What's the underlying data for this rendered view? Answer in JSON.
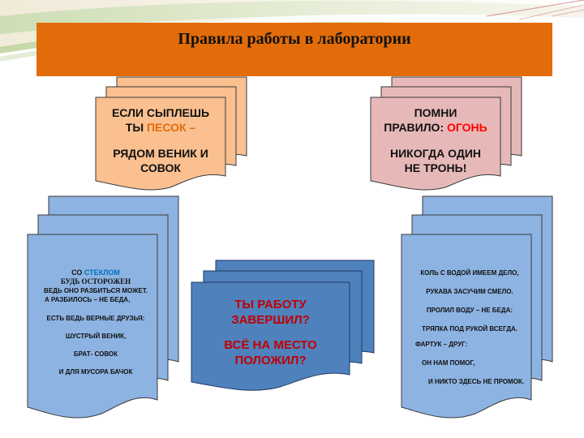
{
  "title": "Правила работы в лаборатории",
  "colors": {
    "orange_bar": "#e36c0a",
    "peach_fill": "#fac090",
    "pink_fill": "#e6b9b8",
    "lightblue_fill": "#8db3e2",
    "blue_fill": "#4f81bd",
    "highlight_orange": "#e36c0a",
    "highlight_red": "#ff0000",
    "highlight_blue": "#0070c0"
  },
  "card_sand": {
    "line1": "ЕСЛИ СЫПЛЕШЬ",
    "line2_prefix": "ТЫ ",
    "line2_highlight": "ПЕСОК –",
    "line3": "РЯДОМ ВЕНИК И",
    "line4": "СОВОК"
  },
  "card_fire": {
    "line1": "ПОМНИ",
    "line2_prefix": "ПРАВИЛО: ",
    "line2_highlight": "ОГОНЬ",
    "line3": "НИКОГДА ОДИН",
    "line4": "НЕ ТРОНЬ!"
  },
  "card_glass": {
    "line1_prefix": "СО  ",
    "line1_highlight": "СТЕКЛОМ",
    "line2": "БУДЬ ОСТОРОЖЕН",
    "line3": "ВЕДЬ ОНО РАЗБИТЬСЯ МОЖЕТ.",
    "line4": "А РАЗБИЛОСЬ – НЕ БЕДА,",
    "line5": "ЕСТЬ ВЕДЬ ВЕРНЫЕ ДРУЗЬЯ:",
    "line6": "ШУСТРЫЙ ВЕНИК,",
    "line7": "БРАТ- СОВОК",
    "line8": "И ДЛЯ МУСОРА БАЧОК"
  },
  "card_done": {
    "line1": "ТЫ РАБОТУ",
    "line2": "ЗАВЕРШИЛ?",
    "line3": "ВСЁ НА МЕСТО",
    "line4": "ПОЛОЖИЛ?"
  },
  "card_water": {
    "line1": "КОЛЬ С ВОДОЙ ИМЕЕМ ДЕЛО,",
    "line2": "РУКАВА ЗАСУЧИМ СМЕЛО.",
    "line3": "ПРОЛИЛ ВОДУ – НЕ БЕДА:",
    "line4": "ТРЯПКА ПОД РУКОЙ ВСЕГДА.",
    "line5": "ФАРТУК – ДРУГ:",
    "line6": "ОН НАМ ПОМОГ,",
    "line7": "И НИКТО ЗДЕСЬ НЕ ПРОМОК."
  }
}
